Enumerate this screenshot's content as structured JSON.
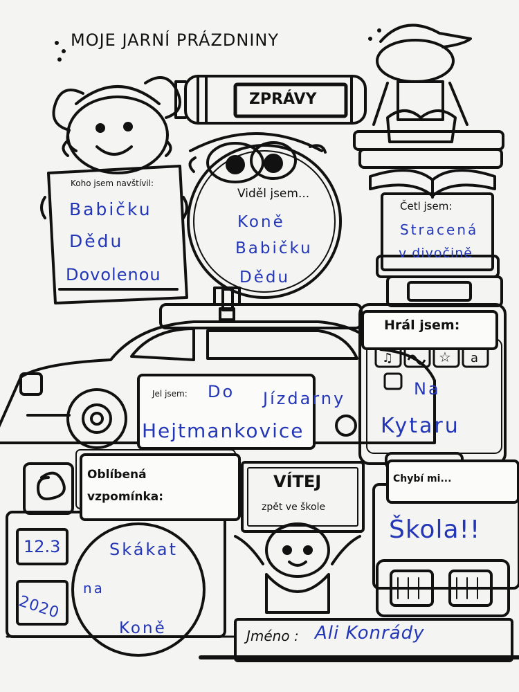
{
  "title": "MOJE JARNÍ PRÁZDNINY",
  "news": {
    "label": "ZPRÁVY"
  },
  "visited": {
    "label": "Koho jsem navštívil:",
    "answers": [
      "Babičku",
      "Dědu",
      "Dovolenou"
    ]
  },
  "saw": {
    "label": "Viděl jsem...",
    "answers": [
      "Koně",
      "Babičku",
      "Dědu"
    ]
  },
  "read": {
    "label": "Četl jsem:",
    "answers": [
      "Stracená",
      "v divočině"
    ]
  },
  "played": {
    "label": "Hrál jsem:",
    "answers": [
      "Na",
      "Kytaru"
    ]
  },
  "rode": {
    "label": "Jel jsem:",
    "answers": [
      "Do",
      "Jízdarny",
      "Hejtmankovice"
    ]
  },
  "memory": {
    "label_line1": "Oblíbená",
    "label_line2": "vzpomínka:",
    "date_day": "12.3",
    "date_year": "2020",
    "answers": [
      "Skákat",
      "na",
      "Koně"
    ]
  },
  "welcome": {
    "title": "VÍTEJ",
    "subtitle": "zpět ve škole"
  },
  "missed": {
    "label": "Chybí mi...",
    "answer": "Škola!!"
  },
  "name": {
    "label": "Jméno :",
    "answer": "Ali Konrády"
  },
  "icons": [
    "music-note-icon",
    "wave-icon",
    "star-icon",
    "photo-icon"
  ],
  "colors": {
    "ink": "#111111",
    "pen": "#2336b8",
    "paper": "#f4f4f2"
  }
}
